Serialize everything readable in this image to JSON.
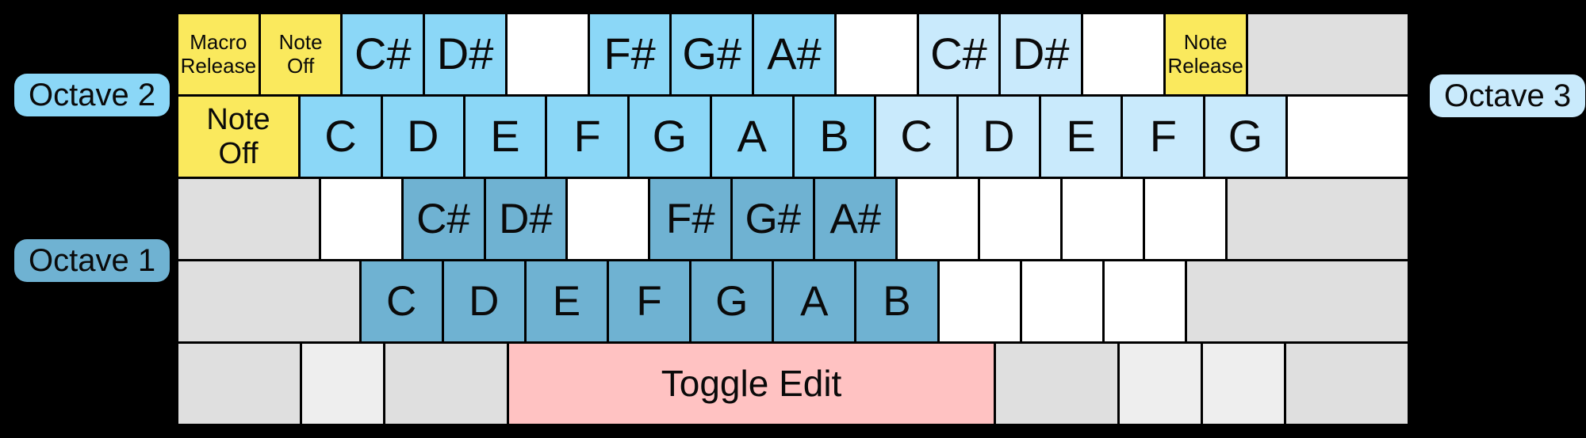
{
  "colors": {
    "background": "#000000",
    "yellow": "#FAE95D",
    "octave1_blue": "#6FB2D2",
    "octave2_blue": "#8BD7F7",
    "octave3_blue": "#C9EAFC",
    "pink": "#FFC2C2",
    "gray": "#DFDFDF",
    "gray_light": "#EEEEEE",
    "white": "#FFFFFF"
  },
  "octave_labels": {
    "octave_1": "Octave 1",
    "octave_2": "Octave 2",
    "octave_3": "Octave 3"
  },
  "keyboard": {
    "rows": [
      {
        "name": "number-row",
        "keys": [
          {
            "label": "Macro\nRelease",
            "color": "yellow",
            "units": 1,
            "size": "sm"
          },
          {
            "label": "Note\nOff",
            "color": "yellow",
            "units": 1,
            "size": "sm"
          },
          {
            "label": "C#",
            "color": "octave2_blue",
            "units": 1,
            "size": "lg"
          },
          {
            "label": "D#",
            "color": "octave2_blue",
            "units": 1,
            "size": "lg"
          },
          {
            "label": "",
            "color": "white",
            "units": 1
          },
          {
            "label": "F#",
            "color": "octave2_blue",
            "units": 1,
            "size": "lg"
          },
          {
            "label": "G#",
            "color": "octave2_blue",
            "units": 1,
            "size": "lg"
          },
          {
            "label": "A#",
            "color": "octave2_blue",
            "units": 1,
            "size": "lg"
          },
          {
            "label": "",
            "color": "white",
            "units": 1
          },
          {
            "label": "C#",
            "color": "octave3_blue",
            "units": 1,
            "size": "lg"
          },
          {
            "label": "D#",
            "color": "octave3_blue",
            "units": 1,
            "size": "lg"
          },
          {
            "label": "",
            "color": "white",
            "units": 1
          },
          {
            "label": "Note\nRelease",
            "color": "yellow",
            "units": 1,
            "size": "sm"
          },
          {
            "label": "",
            "color": "gray",
            "units": 2
          }
        ]
      },
      {
        "name": "qwerty-row",
        "keys": [
          {
            "label": "Note\nOff",
            "color": "yellow",
            "units": 1.5,
            "size": "md"
          },
          {
            "label": "C",
            "color": "octave2_blue",
            "units": 1,
            "size": "lg"
          },
          {
            "label": "D",
            "color": "octave2_blue",
            "units": 1,
            "size": "lg"
          },
          {
            "label": "E",
            "color": "octave2_blue",
            "units": 1,
            "size": "lg"
          },
          {
            "label": "F",
            "color": "octave2_blue",
            "units": 1,
            "size": "lg"
          },
          {
            "label": "G",
            "color": "octave2_blue",
            "units": 1,
            "size": "lg"
          },
          {
            "label": "A",
            "color": "octave2_blue",
            "units": 1,
            "size": "lg"
          },
          {
            "label": "B",
            "color": "octave2_blue",
            "units": 1,
            "size": "lg"
          },
          {
            "label": "C",
            "color": "octave3_blue",
            "units": 1,
            "size": "lg"
          },
          {
            "label": "D",
            "color": "octave3_blue",
            "units": 1,
            "size": "lg"
          },
          {
            "label": "E",
            "color": "octave3_blue",
            "units": 1,
            "size": "lg"
          },
          {
            "label": "F",
            "color": "octave3_blue",
            "units": 1,
            "size": "lg"
          },
          {
            "label": "G",
            "color": "octave3_blue",
            "units": 1,
            "size": "lg"
          },
          {
            "label": "",
            "color": "white",
            "units": 1.5
          }
        ]
      },
      {
        "name": "home-row",
        "keys": [
          {
            "label": "",
            "color": "gray",
            "units": 1.75
          },
          {
            "label": "",
            "color": "white",
            "units": 1
          },
          {
            "label": "C#",
            "color": "octave1_blue",
            "units": 1,
            "size": "lg1"
          },
          {
            "label": "D#",
            "color": "octave1_blue",
            "units": 1,
            "size": "lg1"
          },
          {
            "label": "",
            "color": "white",
            "units": 1
          },
          {
            "label": "F#",
            "color": "octave1_blue",
            "units": 1,
            "size": "lg1"
          },
          {
            "label": "G#",
            "color": "octave1_blue",
            "units": 1,
            "size": "lg1"
          },
          {
            "label": "A#",
            "color": "octave1_blue",
            "units": 1,
            "size": "lg1"
          },
          {
            "label": "",
            "color": "white",
            "units": 1
          },
          {
            "label": "",
            "color": "white",
            "units": 1
          },
          {
            "label": "",
            "color": "white",
            "units": 1
          },
          {
            "label": "",
            "color": "white",
            "units": 1
          },
          {
            "label": "",
            "color": "gray",
            "units": 2.25
          }
        ]
      },
      {
        "name": "bottom-letter-row",
        "keys": [
          {
            "label": "",
            "color": "gray",
            "units": 2.25
          },
          {
            "label": "C",
            "color": "octave1_blue",
            "units": 1,
            "size": "lg1"
          },
          {
            "label": "D",
            "color": "octave1_blue",
            "units": 1,
            "size": "lg1"
          },
          {
            "label": "E",
            "color": "octave1_blue",
            "units": 1,
            "size": "lg1"
          },
          {
            "label": "F",
            "color": "octave1_blue",
            "units": 1,
            "size": "lg1"
          },
          {
            "label": "G",
            "color": "octave1_blue",
            "units": 1,
            "size": "lg1"
          },
          {
            "label": "A",
            "color": "octave1_blue",
            "units": 1,
            "size": "lg1"
          },
          {
            "label": "B",
            "color": "octave1_blue",
            "units": 1,
            "size": "lg1"
          },
          {
            "label": "",
            "color": "white",
            "units": 1
          },
          {
            "label": "",
            "color": "white",
            "units": 1
          },
          {
            "label": "",
            "color": "white",
            "units": 1
          },
          {
            "label": "",
            "color": "gray",
            "units": 2.75
          }
        ]
      },
      {
        "name": "space-row",
        "keys": [
          {
            "label": "",
            "color": "gray",
            "units": 1.5
          },
          {
            "label": "",
            "color": "gray_light",
            "units": 1
          },
          {
            "label": "",
            "color": "gray",
            "units": 1.5
          },
          {
            "label": "Toggle Edit",
            "color": "pink",
            "units": 6,
            "size": "md2"
          },
          {
            "label": "",
            "color": "gray",
            "units": 1.5
          },
          {
            "label": "",
            "color": "gray_light",
            "units": 1
          },
          {
            "label": "",
            "color": "gray_light",
            "units": 1
          },
          {
            "label": "",
            "color": "gray",
            "units": 1.5
          }
        ]
      }
    ]
  }
}
